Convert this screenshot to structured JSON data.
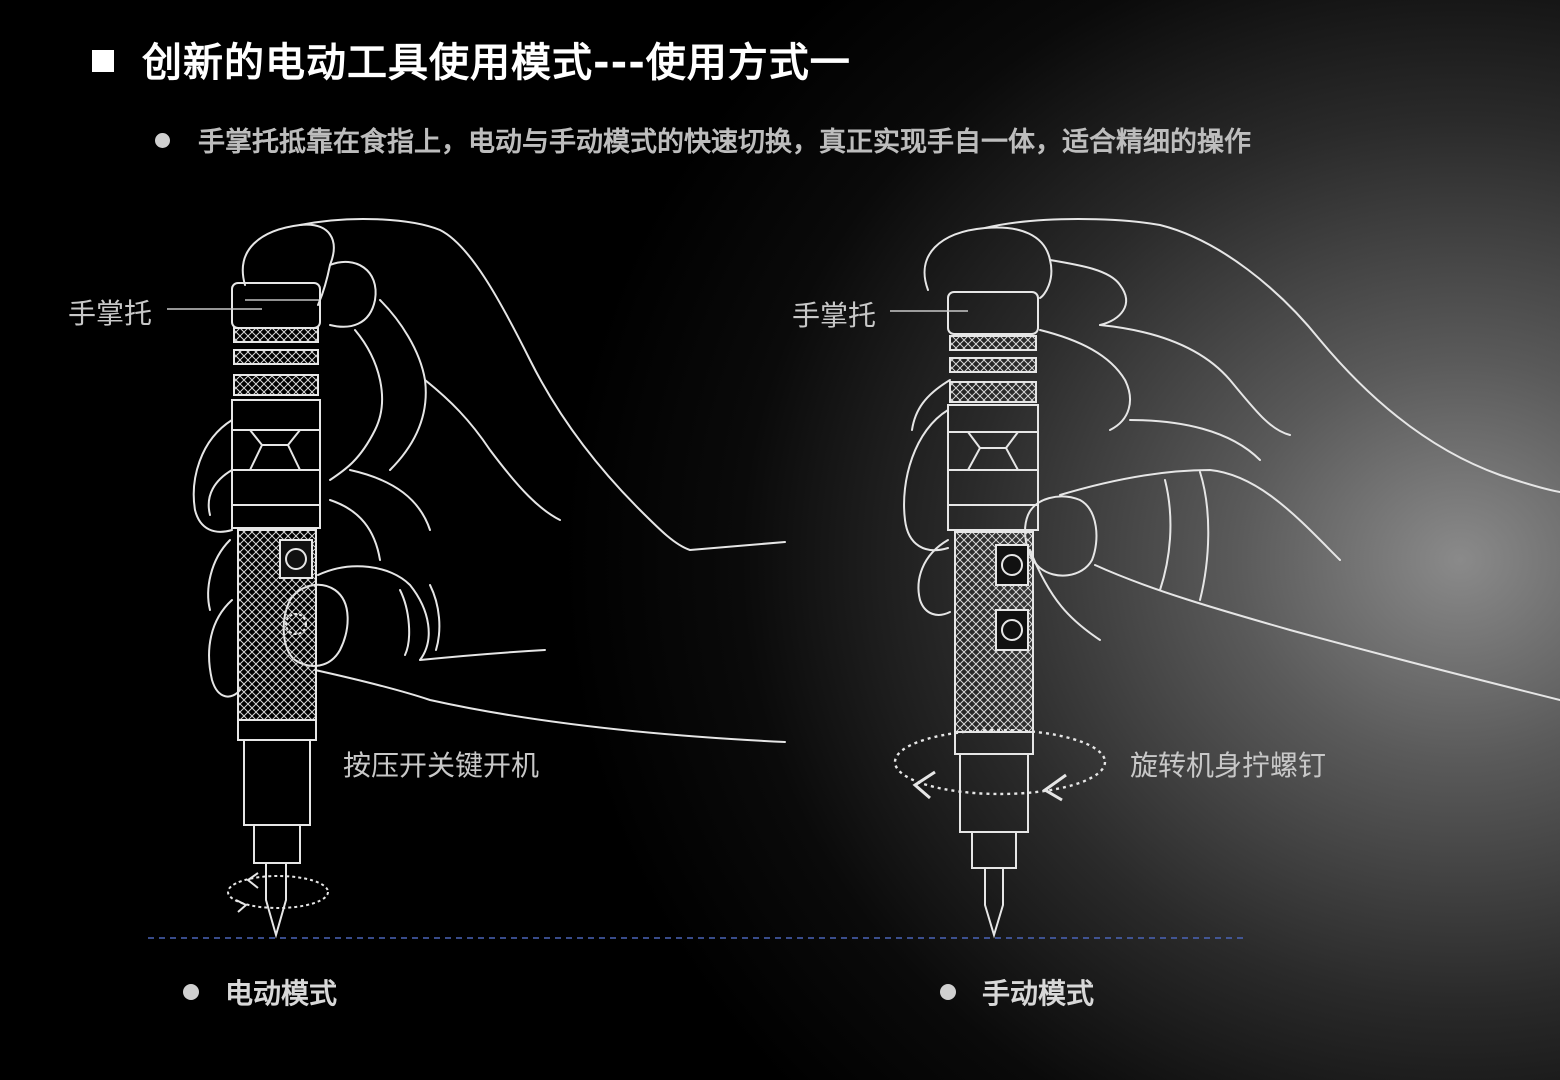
{
  "title": "创新的电动工具使用模式---使用方式一",
  "subtitle": "手掌托抵靠在食指上，电动与手动模式的快速切换，真正实现手自一体，适合精细的操作",
  "left_panel": {
    "callout_palm": "手掌托",
    "callout_action": "按压开关键开机",
    "mode_label": "电动模式"
  },
  "right_panel": {
    "callout_palm": "手掌托",
    "callout_action": "旋转机身拧螺钉",
    "mode_label": "手动模式"
  },
  "colors": {
    "line_art": "#e6e6e6",
    "baseline": "#4a64b8",
    "text_gray": "#c8c8c8"
  }
}
